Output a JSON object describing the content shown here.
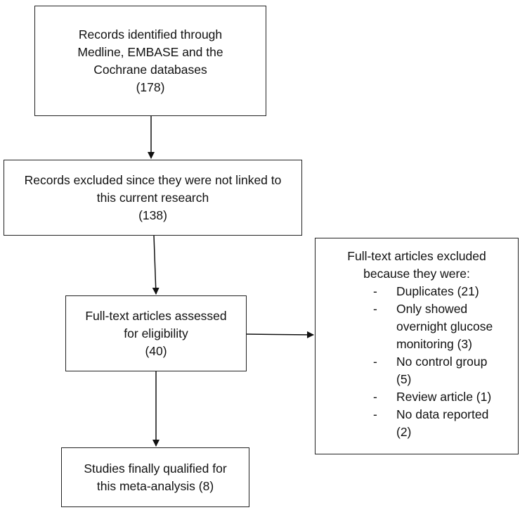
{
  "boxes": {
    "identified": {
      "lines": [
        "Records identified through",
        "Medline, EMBASE and the",
        "Cochrane databases",
        "(178)"
      ]
    },
    "excluded_unlinked": {
      "lines": [
        "Records excluded since they were not linked to",
        "this current research",
        "(138)"
      ]
    },
    "assessed": {
      "lines": [
        "Full-text articles assessed",
        "for eligibility",
        "(40)"
      ]
    },
    "included": {
      "lines": [
        "Studies finally qualified for",
        "this meta-analysis (8)"
      ]
    },
    "excluded_fulltext": {
      "heading": [
        "Full-text articles excluded",
        "because they were:"
      ],
      "bullet": "-",
      "items": [
        [
          "Duplicates (21)"
        ],
        [
          "Only showed",
          "overnight glucose",
          "monitoring (3)"
        ],
        [
          "No control group",
          "(5)"
        ],
        [
          "Review article (1)"
        ],
        [
          "No data reported",
          "(2)"
        ]
      ]
    }
  }
}
